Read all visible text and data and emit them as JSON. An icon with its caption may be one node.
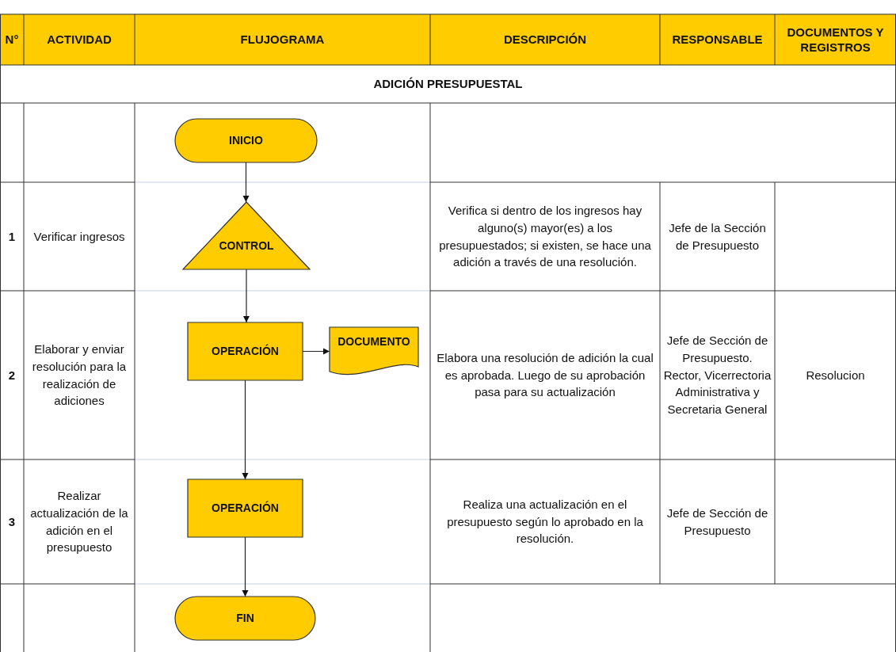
{
  "diagram": {
    "nodes": [
      {
        "text": [
          "INICIO"
        ]
      },
      {
        "text": [
          "CONTROL"
        ]
      },
      {
        "text": [
          "OPERACIÓN"
        ]
      },
      {
        "text": [
          "DOCUMENTO"
        ]
      },
      {
        "text": [
          "OPERACIÓN"
        ]
      },
      {
        "text": [
          "FIN"
        ]
      }
    ],
    "edges": [
      {
        "from": 0,
        "to": 1,
        "arrow": "to"
      },
      {
        "from": 1,
        "to": 2,
        "arrow": "to"
      },
      {
        "from": 2,
        "to": 3,
        "arrow": "to"
      },
      {
        "from": 2,
        "to": 4,
        "arrow": "to"
      },
      {
        "from": 4,
        "to": 5,
        "arrow": "to"
      }
    ],
    "labels": [
      "N°",
      "ACTIVIDAD",
      "FLUJOGRAMA",
      "DESCRIPCIÓN",
      "RESPONSABLE",
      "DOCUMENTOS Y REGISTROS",
      "ADICIÓN PRESUPUESTAL",
      "1",
      "Verificar ingresos",
      "Verifica si dentro de los ingresos hay alguno(s) mayor(es) a los presupuestados; si existen, se hace una adición a través de una resolución.",
      "Jefe de la Sección de Presupuesto",
      "2",
      "Elaborar y enviar resolución para la realización de adiciones",
      "Elabora una resolución de adición la cual es aprobada. Luego de su aprobación pasa para su actualización",
      "Jefe de Sección de Presupuesto. Rector, Vicerrectoria Administrativa y Secretaria General",
      "Resolucion",
      "3",
      "Realizar actualización de la adición en el presupuesto",
      "Realiza una actualización en el presupuesto según lo aprobado en la resolución.",
      "Jefe de Sección de Presupuesto"
    ]
  }
}
